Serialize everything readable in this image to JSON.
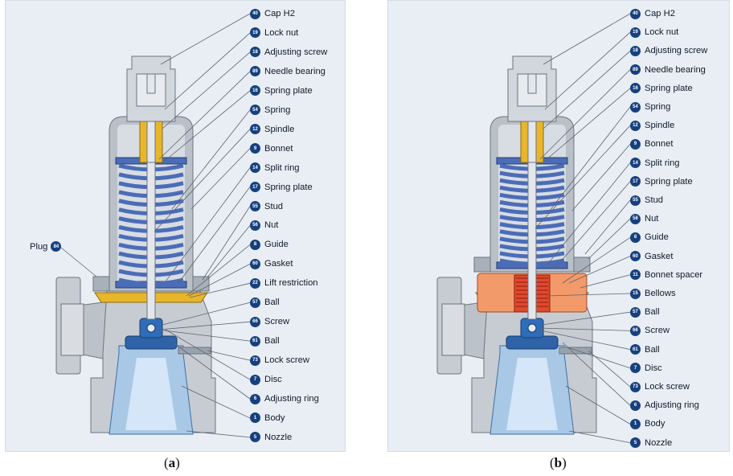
{
  "panels": [
    {
      "caption": "a",
      "plug_label": "Plug",
      "plug_number": "84",
      "parts": [
        {
          "num": "40",
          "name": "Cap H2"
        },
        {
          "num": "19",
          "name": "Lock nut"
        },
        {
          "num": "18",
          "name": "Adjusting screw"
        },
        {
          "num": "89",
          "name": "Needle bearing"
        },
        {
          "num": "16",
          "name": "Spring plate"
        },
        {
          "num": "54",
          "name": "Spring"
        },
        {
          "num": "12",
          "name": "Spindle"
        },
        {
          "num": "9",
          "name": "Bonnet"
        },
        {
          "num": "14",
          "name": "Split ring"
        },
        {
          "num": "17",
          "name": "Spring plate"
        },
        {
          "num": "55",
          "name": "Stud"
        },
        {
          "num": "56",
          "name": "Nut"
        },
        {
          "num": "8",
          "name": "Guide"
        },
        {
          "num": "60",
          "name": "Gasket"
        },
        {
          "num": "22",
          "name": "Lift restriction"
        },
        {
          "num": "57",
          "name": "Ball"
        },
        {
          "num": "66",
          "name": "Screw"
        },
        {
          "num": "61",
          "name": "Ball"
        },
        {
          "num": "73",
          "name": "Lock screw"
        },
        {
          "num": "7",
          "name": "Disc"
        },
        {
          "num": "6",
          "name": "Adjusting ring"
        },
        {
          "num": "1",
          "name": "Body"
        },
        {
          "num": "5",
          "name": "Nozzle"
        }
      ]
    },
    {
      "caption": "b",
      "parts": [
        {
          "num": "40",
          "name": "Cap H2"
        },
        {
          "num": "19",
          "name": "Lock nut"
        },
        {
          "num": "18",
          "name": "Adjusting screw"
        },
        {
          "num": "89",
          "name": "Needle bearing"
        },
        {
          "num": "16",
          "name": "Spring plate"
        },
        {
          "num": "54",
          "name": "Spring"
        },
        {
          "num": "12",
          "name": "Spindle"
        },
        {
          "num": "9",
          "name": "Bonnet"
        },
        {
          "num": "14",
          "name": "Split ring"
        },
        {
          "num": "17",
          "name": "Spring plate"
        },
        {
          "num": "55",
          "name": "Stud"
        },
        {
          "num": "56",
          "name": "Nut"
        },
        {
          "num": "8",
          "name": "Guide"
        },
        {
          "num": "60",
          "name": "Gasket"
        },
        {
          "num": "11",
          "name": "Bonnet spacer"
        },
        {
          "num": "15",
          "name": "Bellows"
        },
        {
          "num": "57",
          "name": "Ball"
        },
        {
          "num": "66",
          "name": "Screw"
        },
        {
          "num": "61",
          "name": "Ball"
        },
        {
          "num": "7",
          "name": "Disc"
        },
        {
          "num": "73",
          "name": "Lock screw"
        },
        {
          "num": "6",
          "name": "Adjusting ring"
        },
        {
          "num": "1",
          "name": "Body"
        },
        {
          "num": "5",
          "name": "Nozzle"
        }
      ]
    }
  ],
  "colors": {
    "background_panel": "#e9eef4",
    "body_gray": "#c7ccd2",
    "spring_blue": "#4b6cb7",
    "adjusting_screw_yellow": "#e8b62a",
    "nozzle_light_blue": "#a9c8e6",
    "bellows_red": "#e0492f",
    "bonnet_spacer_orange": "#f29a6a",
    "badge_navy": "#16407e"
  }
}
